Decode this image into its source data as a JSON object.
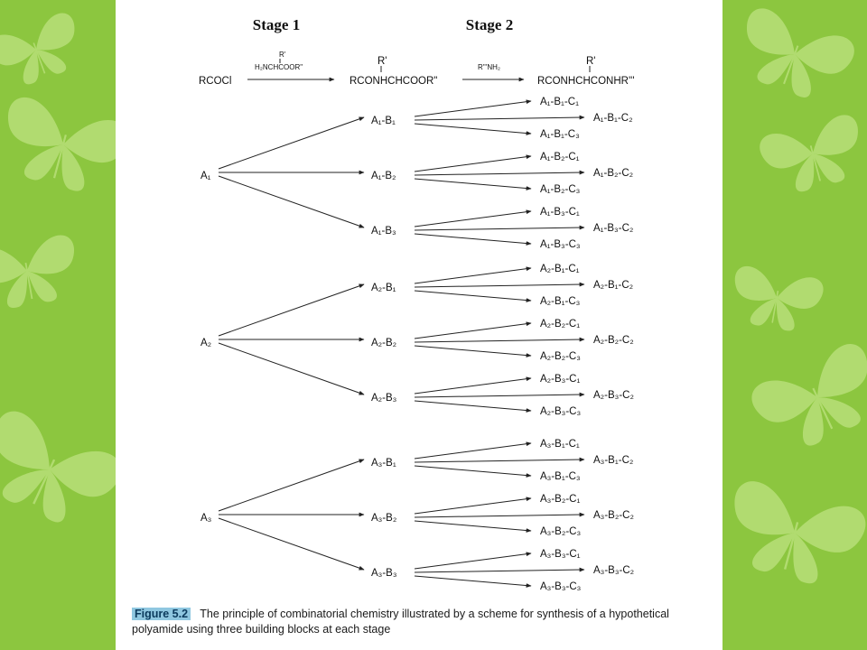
{
  "stages": {
    "stage1": "Stage 1",
    "stage2": "Stage 2"
  },
  "reaction": {
    "start": "RCOCl",
    "reagent1_r": "R'",
    "reagent1": "H₂NCHCOOR\"",
    "intermediate_r": "R'",
    "intermediate": "RCONHCHCOOR\"",
    "reagent2": "R'''NH₂",
    "product_r": "R'",
    "product": "RCONHCHCONHR'''"
  },
  "tree": [
    {
      "a": "A₁",
      "b": [
        "A₁-B₁",
        "A₁-B₂",
        "A₁-B₃"
      ],
      "c": [
        [
          "A₁-B₁-C₁",
          "A₁-B₁-C₂",
          "A₁-B₁-C₃"
        ],
        [
          "A₁-B₂-C₁",
          "A₁-B₂-C₂",
          "A₁-B₂-C₃"
        ],
        [
          "A₁-B₃-C₁",
          "A₁-B₃-C₂",
          "A₁-B₃-C₃"
        ]
      ]
    },
    {
      "a": "A₂",
      "b": [
        "A₂-B₁",
        "A₂-B₂",
        "A₂-B₃"
      ],
      "c": [
        [
          "A₂-B₁-C₁",
          "A₂-B₁-C₂",
          "A₂-B₁-C₃"
        ],
        [
          "A₂-B₂-C₁",
          "A₂-B₂-C₂",
          "A₂-B₂-C₃"
        ],
        [
          "A₂-B₃-C₁",
          "A₂-B₃-C₂",
          "A₂-B₃-C₃"
        ]
      ]
    },
    {
      "a": "A₃",
      "b": [
        "A₃-B₁",
        "A₃-B₂",
        "A₃-B₃"
      ],
      "c": [
        [
          "A₃-B₁-C₁",
          "A₃-B₁-C₂",
          "A₃-B₁-C₃"
        ],
        [
          "A₃-B₂-C₁",
          "A₃-B₂-C₂",
          "A₃-B₂-C₃"
        ],
        [
          "A₃-B₃-C₁",
          "A₃-B₃-C₂",
          "A₃-B₃-C₃"
        ]
      ]
    }
  ],
  "caption": {
    "label": "Figure 5.2",
    "text": "The principle of combinatorial chemistry illustrated by a scheme for synthesis of a hypothetical polyamide using three building blocks at each stage"
  },
  "colors": {
    "background": "#8cc63f",
    "butterfly": "#b9e07a",
    "label_bg": "#8fc7e0"
  }
}
